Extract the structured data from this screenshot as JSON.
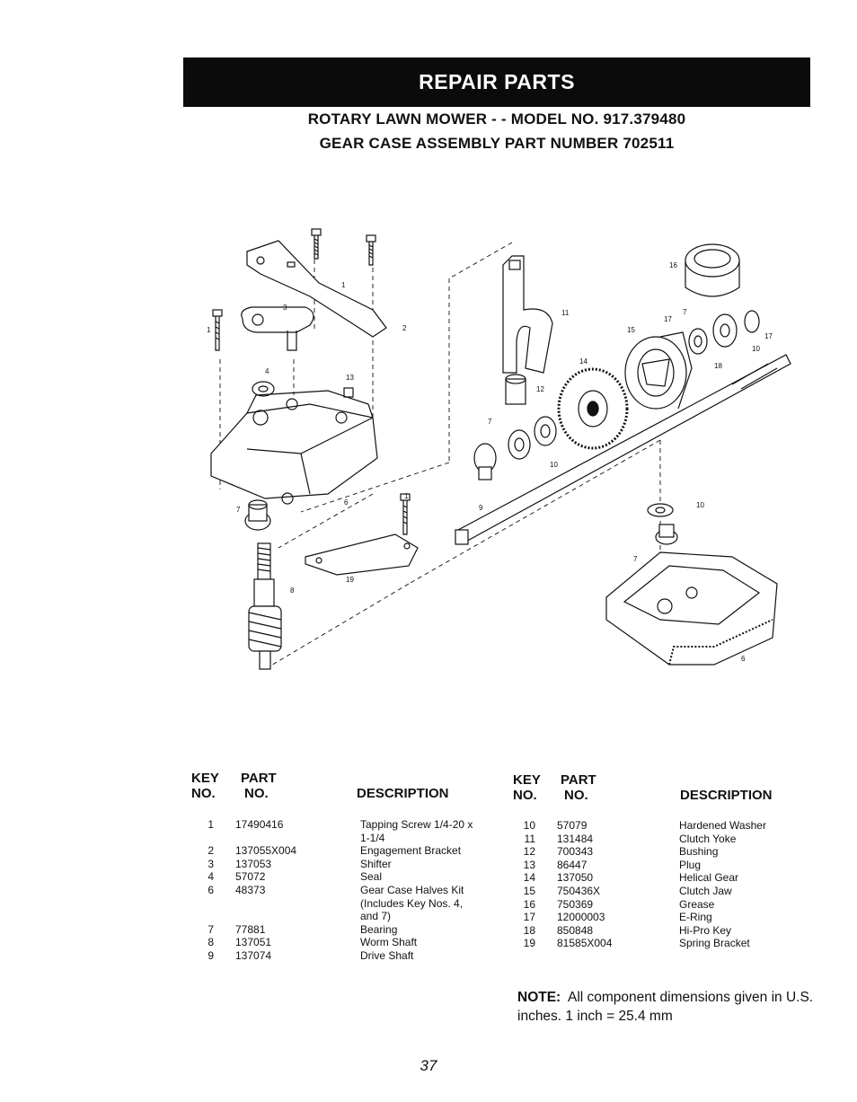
{
  "banner": "REPAIR PARTS",
  "title_line1": "ROTARY LAWN MOWER - - MODEL NO. 917.379480",
  "title_line2": "GEAR CASE ASSEMBLY PART NUMBER 702511",
  "callouts": [
    "1",
    "1",
    "2",
    "3",
    "4",
    "13",
    "1",
    "6",
    "7",
    "8",
    "19",
    "11",
    "12",
    "14",
    "15",
    "16",
    "17",
    "7",
    "17",
    "10",
    "18",
    "7",
    "10",
    "9",
    "10",
    "7",
    "6",
    "1"
  ],
  "table_headers": {
    "key": "KEY",
    "no": "NO.",
    "part": "PART",
    "part_no": "NO.",
    "description": "DESCRIPTION"
  },
  "parts_left": [
    {
      "key": "1",
      "part": "17490416",
      "desc": "Tapping Screw 1/4-20 x"
    },
    {
      "key": "",
      "part": "",
      "desc": "1-1/4"
    },
    {
      "key": "2",
      "part": "137055X004",
      "desc": "Engagement Bracket"
    },
    {
      "key": "3",
      "part": "137053",
      "desc": "Shifter"
    },
    {
      "key": "4",
      "part": "57072",
      "desc": "Seal"
    },
    {
      "key": "6",
      "part": "48373",
      "desc": "Gear Case Halves Kit"
    },
    {
      "key": "",
      "part": "",
      "desc": "(Includes Key Nos. 4,"
    },
    {
      "key": "",
      "part": "",
      "desc": "and 7)"
    },
    {
      "key": "7",
      "part": "77881",
      "desc": "Bearing"
    },
    {
      "key": "8",
      "part": "137051",
      "desc": "Worm Shaft"
    },
    {
      "key": "9",
      "part": "137074",
      "desc": "Drive Shaft"
    }
  ],
  "parts_right": [
    {
      "key": "10",
      "part": "57079",
      "desc": "Hardened Washer"
    },
    {
      "key": "11",
      "part": "131484",
      "desc": "Clutch Yoke"
    },
    {
      "key": "12",
      "part": "700343",
      "desc": "Bushing"
    },
    {
      "key": "13",
      "part": "86447",
      "desc": "Plug"
    },
    {
      "key": "14",
      "part": "137050",
      "desc": "Helical Gear"
    },
    {
      "key": "15",
      "part": "750436X",
      "desc": "Clutch Jaw"
    },
    {
      "key": "16",
      "part": "750369",
      "desc": "Grease"
    },
    {
      "key": "17",
      "part": "12000003",
      "desc": "E-Ring"
    },
    {
      "key": "18",
      "part": "850848",
      "desc": "Hi-Pro Key"
    },
    {
      "key": "19",
      "part": "81585X004",
      "desc": "Spring Bracket"
    }
  ],
  "note_label": "NOTE:",
  "note_text": "All component dimensions given in U.S. inches. 1 inch = 25.4 mm",
  "page_number": "37"
}
